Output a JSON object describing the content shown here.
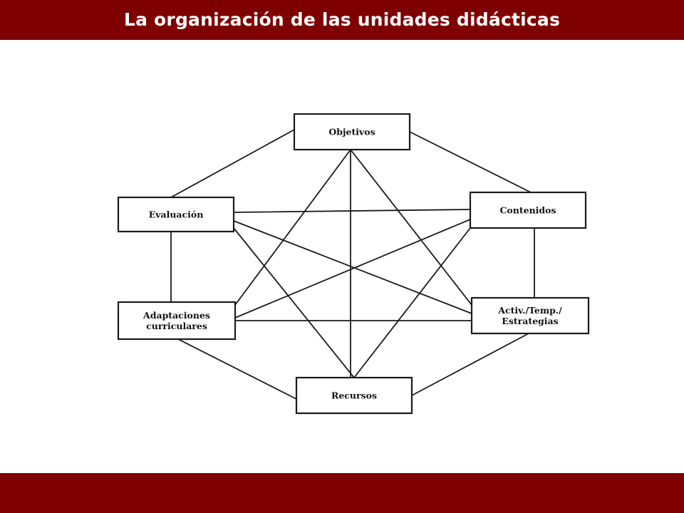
{
  "slide": {
    "title": "La organización de las unidades didácticas",
    "accent_color": "#7f0000"
  },
  "diagram": {
    "nodes": [
      {
        "id": "objetivos",
        "lines": [
          "Objetivos"
        ]
      },
      {
        "id": "contenidos",
        "lines": [
          "Contenidos"
        ]
      },
      {
        "id": "actividades",
        "lines": [
          "Activ./Temp./",
          "Estrategias"
        ]
      },
      {
        "id": "recursos",
        "lines": [
          "Recursos"
        ]
      },
      {
        "id": "adaptaciones",
        "lines": [
          "Adaptaciones",
          "curriculares"
        ]
      },
      {
        "id": "evaluacion",
        "lines": [
          "Evaluación"
        ]
      }
    ],
    "edges": [
      [
        "objetivos",
        "contenidos"
      ],
      [
        "contenidos",
        "actividades"
      ],
      [
        "actividades",
        "recursos"
      ],
      [
        "recursos",
        "adaptaciones"
      ],
      [
        "adaptaciones",
        "evaluacion"
      ],
      [
        "evaluacion",
        "objetivos"
      ],
      [
        "objetivos",
        "recursos"
      ],
      [
        "objetivos",
        "adaptaciones"
      ],
      [
        "objetivos",
        "actividades"
      ],
      [
        "evaluacion",
        "contenidos"
      ],
      [
        "evaluacion",
        "actividades"
      ],
      [
        "evaluacion",
        "recursos"
      ],
      [
        "adaptaciones",
        "contenidos"
      ],
      [
        "adaptaciones",
        "actividades"
      ],
      [
        "recursos",
        "contenidos"
      ]
    ]
  }
}
